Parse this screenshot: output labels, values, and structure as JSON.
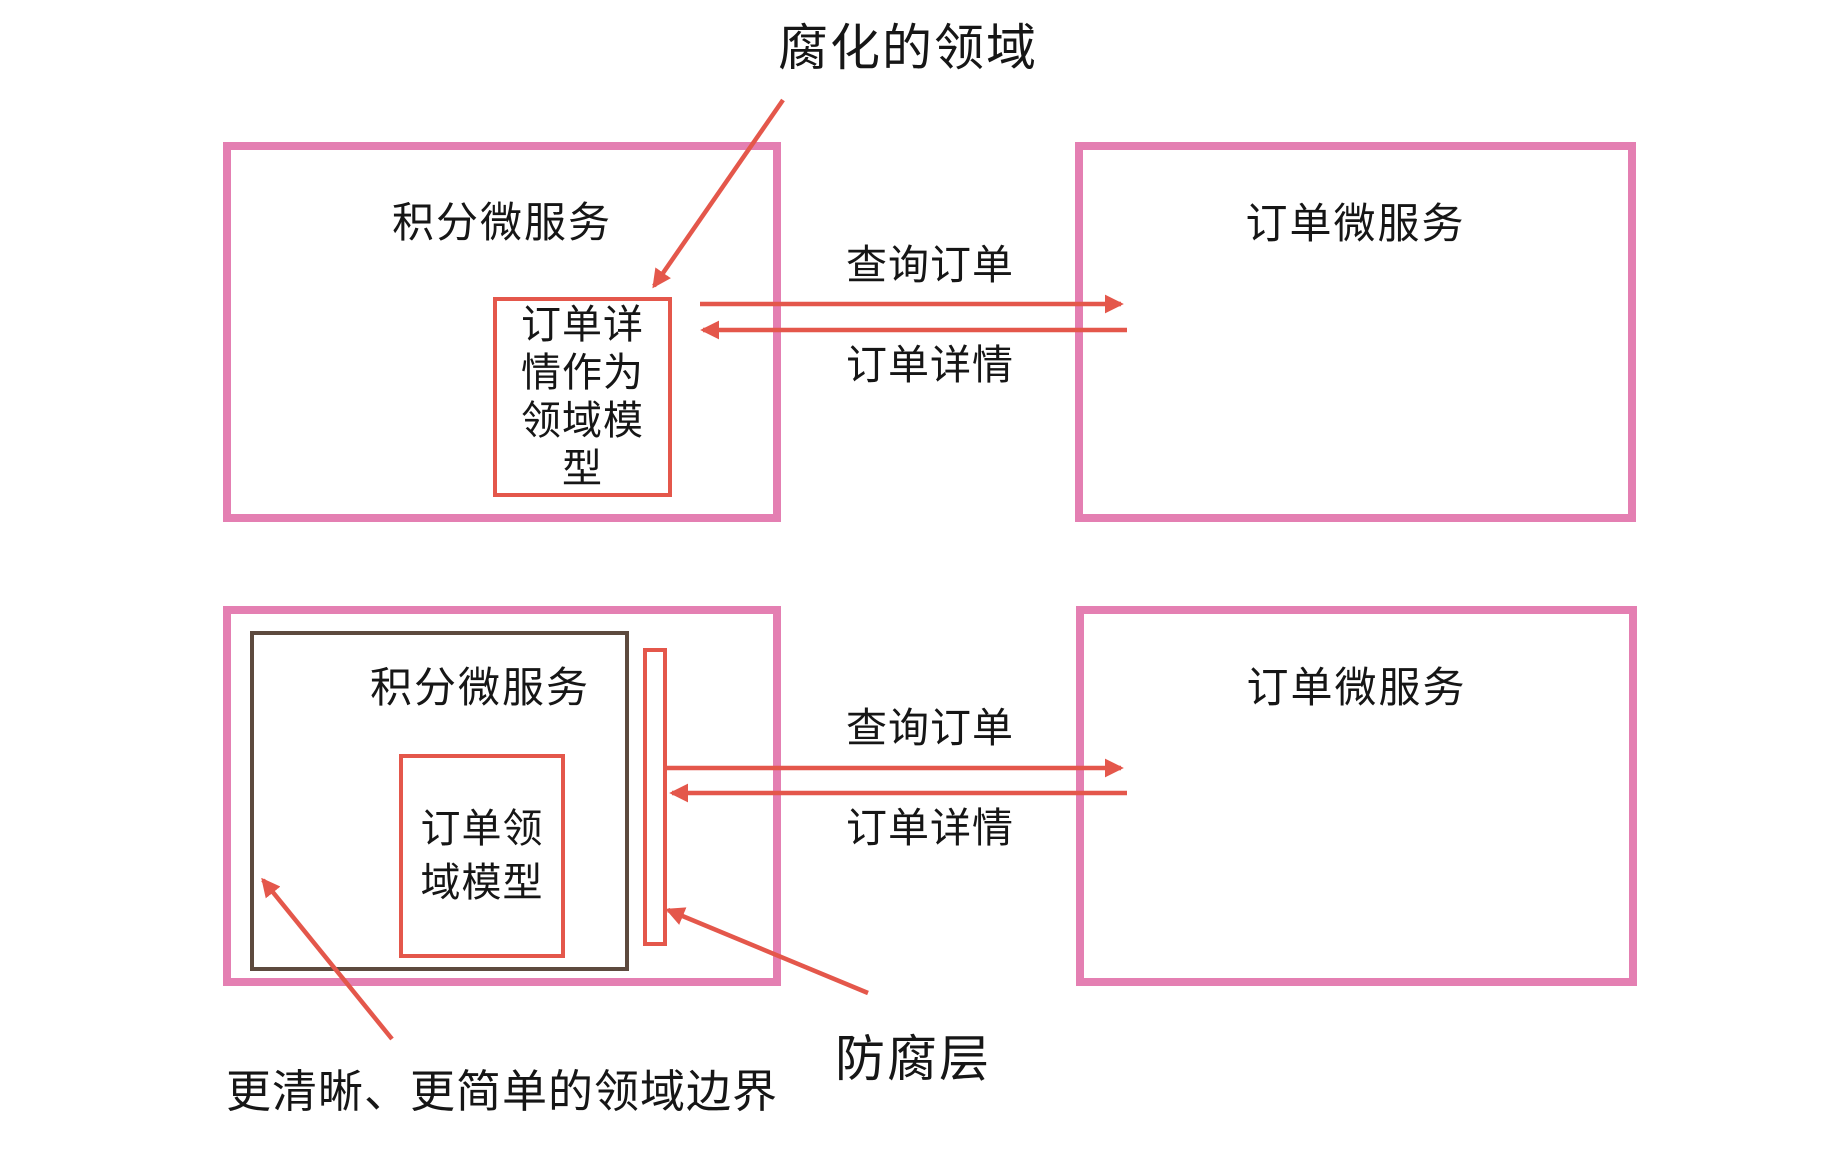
{
  "colors": {
    "pink": "#e47fb2",
    "red": "#e4574b",
    "brown": "#5d4a3e",
    "text": "#161616"
  },
  "title": "腐化的领域",
  "top_row": {
    "left_box": {
      "label": "积分微服务",
      "inner_model": "订单详\n情作为\n领域模\n型",
      "inner_model_full": "订单详情作为领域模型"
    },
    "right_box": {
      "label": "订单微服务"
    },
    "arrow_right_label": "查询订单",
    "arrow_left_label": "订单详情"
  },
  "bottom_row": {
    "left_box": {
      "label": "积分微服务",
      "inner_model": "订单领\n域模型",
      "inner_model_full": "订单领域模型"
    },
    "right_box": {
      "label": "订单微服务"
    },
    "arrow_right_label": "查询订单",
    "arrow_left_label": "订单详情",
    "acl_label": "防腐层",
    "boundary_label": "更清晰、更简单的领域边界"
  }
}
